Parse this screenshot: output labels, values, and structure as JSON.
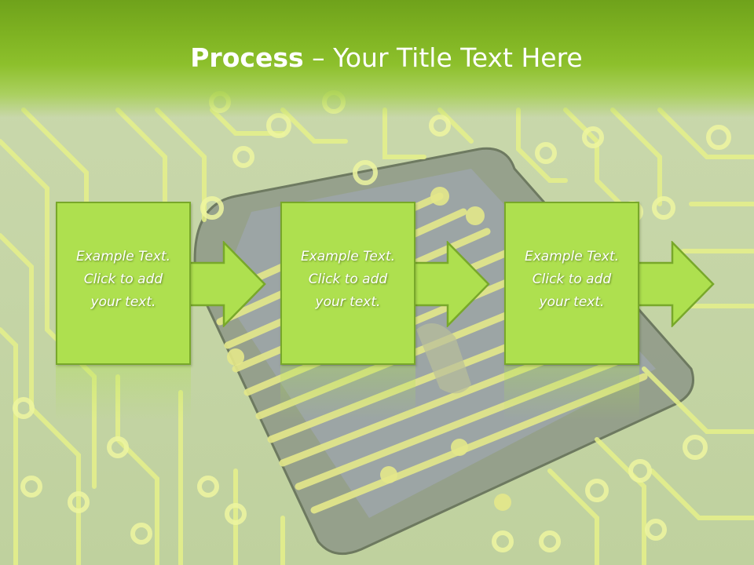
{
  "slide": {
    "title_bold": "Process",
    "title_rest": " – Your Title Text Here",
    "steps": [
      {
        "line1": "Example Text.",
        "line2": "Click  to add",
        "line3": "your text."
      },
      {
        "line1": "Example Text.",
        "line2": "Click  to add",
        "line3": "your text."
      },
      {
        "line1": "Example Text.",
        "line2": "Click  to add",
        "line3": "your text."
      }
    ]
  },
  "colors": {
    "header_green": "#7fb322",
    "box_fill": "#aee04f",
    "box_border": "#78a82a",
    "trace_yellow": "#e6f18a",
    "board_background": "#c9d7ad"
  },
  "icons": {
    "step_connector": "right-arrow-icon"
  }
}
